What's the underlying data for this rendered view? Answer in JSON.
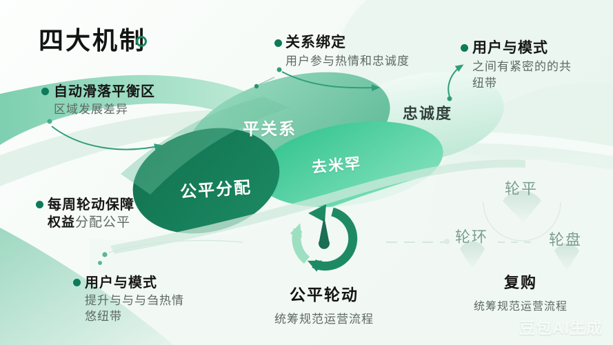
{
  "title": {
    "text": "四大机制"
  },
  "callouts": {
    "auto_slide": {
      "title": "自动滑落平衡区",
      "desc": "区域发展差异"
    },
    "weekly_rotation": {
      "title": "每周轮动保障",
      "desc_bold": "权益",
      "desc_gray": "分配公平"
    },
    "user_mode_bottom": {
      "title": "用户与模式",
      "desc1": "提升与与与刍热情",
      "desc2": "悠纽带"
    },
    "relation_binding": {
      "title": "关系绑定",
      "desc": "用户参与热情和忠诚度"
    },
    "user_mode_top": {
      "title": "用户与模式",
      "desc1": "之间有紧密的的共",
      "desc2": "纽带"
    }
  },
  "blobs": {
    "flat_relation": "平关系",
    "loyalty": "忠诚度",
    "mint": "去米罕",
    "fair_distribution": "公平分配"
  },
  "rotation": {
    "title": "公平轮动",
    "desc": "统筹规范运营流程"
  },
  "repurchase": {
    "title": "复购",
    "desc": "统筹规范运营流程"
  },
  "wheel_cluster": {
    "top": "轮平",
    "left": "轮环",
    "right": "轮盘"
  },
  "watermark": "豆包AI生成",
  "colors": {
    "dark_green": "#13795a",
    "mid_green": "#57b894",
    "mint_green": "#3ecb97",
    "light_mint": "#cdeadd",
    "accent": "#1d8a62",
    "arrow_green": "#2f9e7b",
    "text_dark": "#141414",
    "text_gray": "#5e6965",
    "wheel_gray_green": "#7b9e93"
  },
  "icons": {
    "center": "rotation-clock-icon",
    "title_dot": "ring-dot-icon"
  }
}
